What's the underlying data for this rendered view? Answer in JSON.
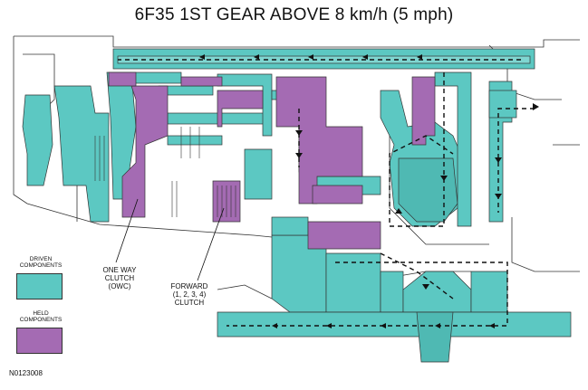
{
  "title": "6F35 1ST GEAR ABOVE 8 km/h (5 mph)",
  "legend": [
    {
      "line1": "DRIVEN",
      "line2": "COMPONENTS",
      "color": "#5cc8c2"
    },
    {
      "line1": "HELD",
      "line2": "COMPONENTS",
      "color": "#a46bb3"
    }
  ],
  "callouts": {
    "owc": {
      "line1": "ONE WAY",
      "line2": "CLUTCH",
      "line3": "(OWC)"
    },
    "forward": {
      "line1": "FORWARD",
      "line2": "(1, 2, 3, 4)",
      "line3": "CLUTCH"
    }
  },
  "figure_code": "N0123008",
  "colors": {
    "driven": "#5cc8c2",
    "held": "#a46bb3",
    "outline": "#333333",
    "flow_arrow": "#111111"
  }
}
